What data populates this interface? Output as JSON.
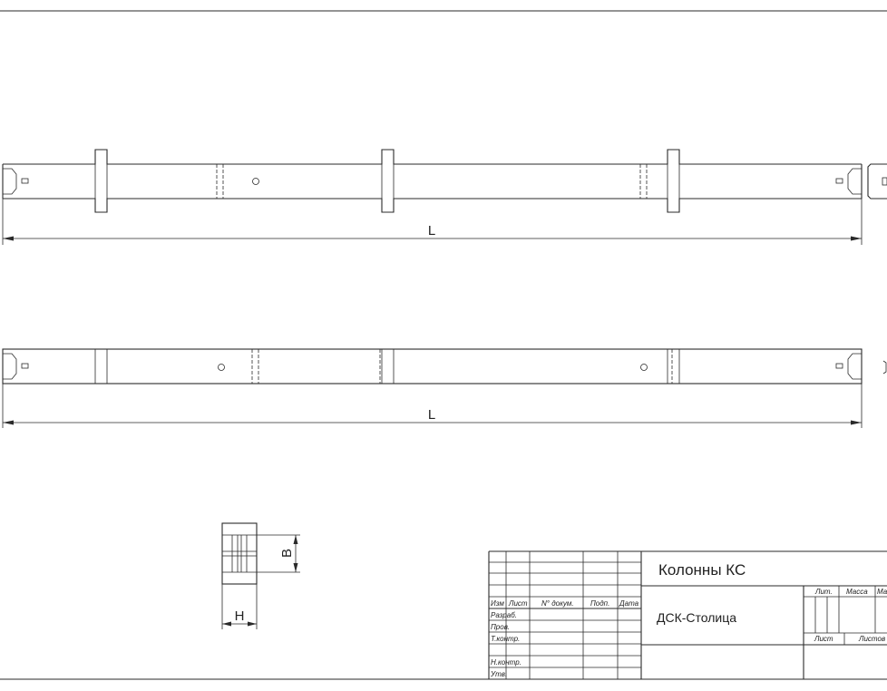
{
  "dimensions": {
    "length_top": "L",
    "length_bottom": "L",
    "section_height": "H",
    "section_width": "B"
  },
  "title_block": {
    "title": "Колонны КС",
    "organization": "ДСК-Столица",
    "col_headers": [
      "Изм",
      "Лист",
      "N° докум.",
      "Подп.",
      "Дата"
    ],
    "row_labels": [
      "Разраб.",
      "Пров.",
      "Т.контр.",
      "",
      "Н.контр.",
      "Утв."
    ],
    "lit_label": "Лит.",
    "mass_label": "Масса",
    "scale_label": "Ма",
    "sheet_label": "Лист",
    "sheets_label": "Листов"
  }
}
